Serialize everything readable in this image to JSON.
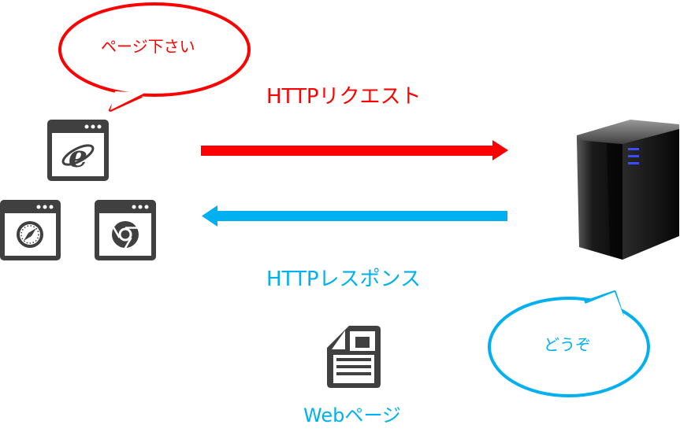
{
  "colors": {
    "request": "#ff0000",
    "response": "#00b0f0",
    "icon": "#404040",
    "background": "#ffffff"
  },
  "request": {
    "label": "HTTPリクエスト"
  },
  "response": {
    "label": "HTTPレスポンス"
  },
  "client_bubble": {
    "text": "ページ下さい"
  },
  "server_bubble": {
    "text": "どうぞ"
  },
  "document": {
    "caption": "Webページ"
  },
  "icons": {
    "browser_top": "internet-explorer-icon",
    "browser_left": "safari-compass-icon",
    "browser_right": "chrome-icon",
    "server": "server-tower-icon",
    "document": "document-icon"
  }
}
